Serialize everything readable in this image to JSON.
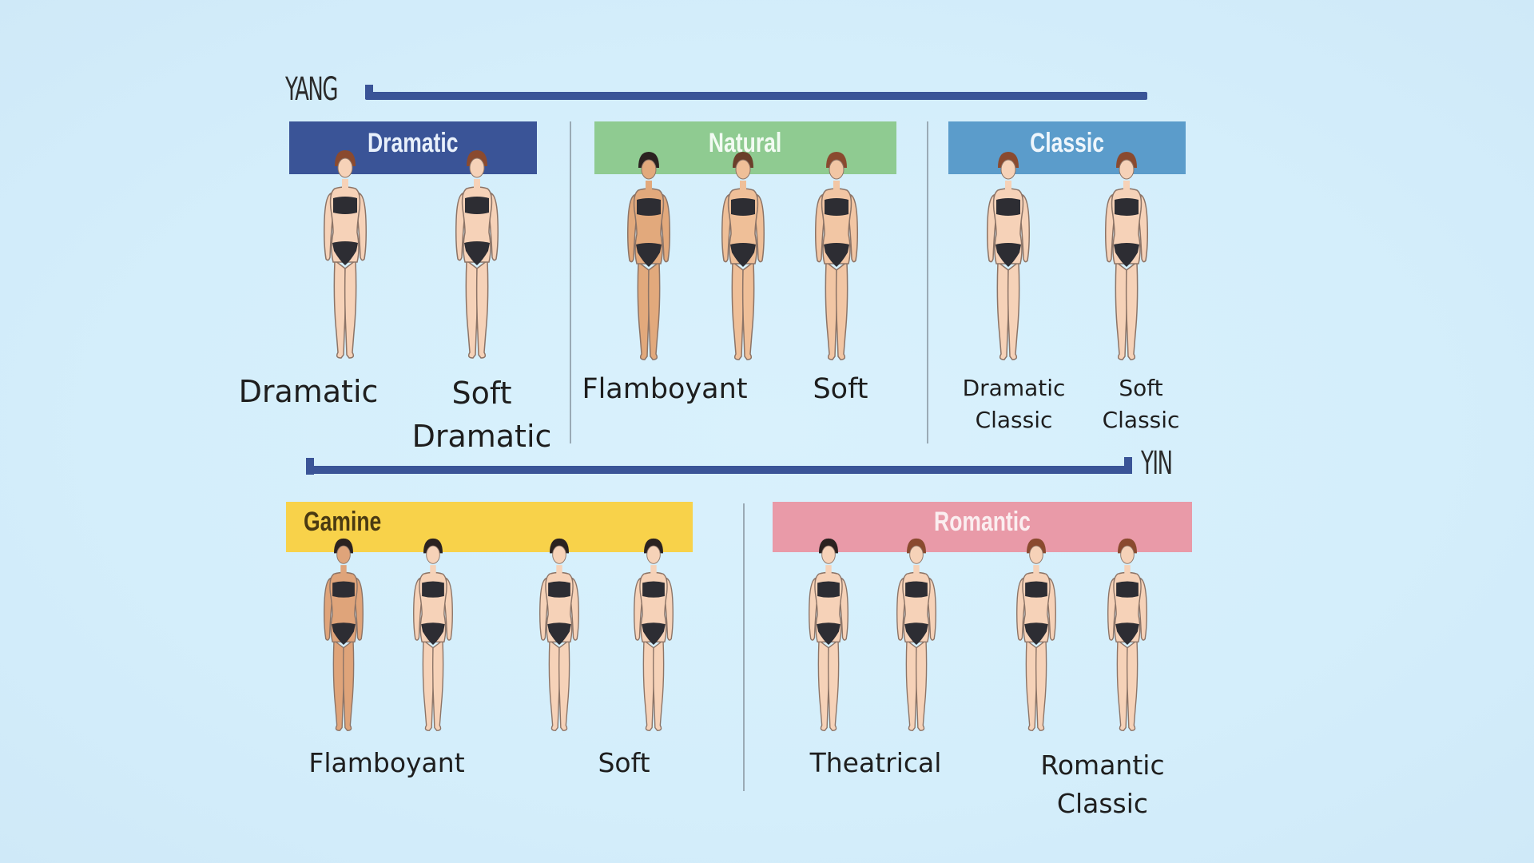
{
  "axis": {
    "yang_label": "YANG",
    "yin_label": "YIN",
    "bar_color": "#3a5497"
  },
  "categories": {
    "dramatic": {
      "title": "Dramatic",
      "color": "#3a5497",
      "text_color": "#e8f0fb",
      "subtypes": [
        {
          "line1": "Dramatic",
          "line2": ""
        },
        {
          "line1": "Soft",
          "line2": "Dramatic"
        }
      ]
    },
    "natural": {
      "title": "Natural",
      "color": "#8fcb91",
      "text_color": "#f2fbf2",
      "subtypes": [
        {
          "line1": "Flamboyant",
          "line2": ""
        },
        {
          "line1": "",
          "line2": ""
        },
        {
          "line1": "Soft",
          "line2": ""
        }
      ]
    },
    "classic": {
      "title": "Classic",
      "color": "#5b9ccb",
      "text_color": "#eef6fc",
      "subtypes": [
        {
          "line1": "Dramatic",
          "line2": "Classic"
        },
        {
          "line1": "Soft",
          "line2": "Classic"
        }
      ]
    },
    "gamine": {
      "title": "Gamine",
      "color": "#f8d24a",
      "text_color": "#4a3a12",
      "subtypes": [
        {
          "line1": "Flamboyant",
          "line2": ""
        },
        {
          "line1": "Soft",
          "line2": ""
        }
      ]
    },
    "romantic": {
      "title": "Romantic",
      "color": "#e99aa8",
      "text_color": "#fbeef0",
      "subtypes": [
        {
          "line1": "Theatrical",
          "line2": ""
        },
        {
          "line1": "Romantic",
          "line2": "Classic"
        }
      ]
    }
  },
  "figures": {
    "skin_light": "#f6d2b8",
    "skin_tan": "#e2a97c",
    "bikini": "#2d2d33",
    "hair_auburn": "#8a4a2f",
    "hair_brown": "#6b3f2a",
    "hair_dark": "#2b2220"
  }
}
